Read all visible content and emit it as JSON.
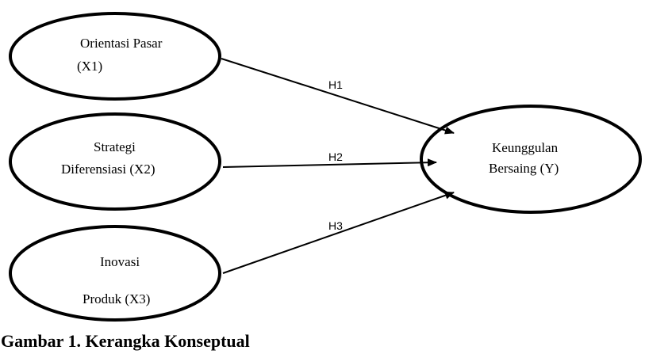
{
  "nodes": {
    "x1": {
      "lines": [
        "Orientasi Pasar",
        "(X1)"
      ]
    },
    "x2": {
      "lines": [
        "Strategi",
        "Diferensiasi (X2)"
      ]
    },
    "x3": {
      "lines": [
        "Inovasi",
        "Produk (X3)"
      ]
    },
    "y": {
      "lines": [
        "Keunggulan",
        "Bersaing (Y)"
      ]
    }
  },
  "edges": {
    "h1": {
      "label": "H1"
    },
    "h2": {
      "label": "H2"
    },
    "h3": {
      "label": "H3"
    }
  },
  "caption": "Gambar 1. Kerangka Konseptual"
}
